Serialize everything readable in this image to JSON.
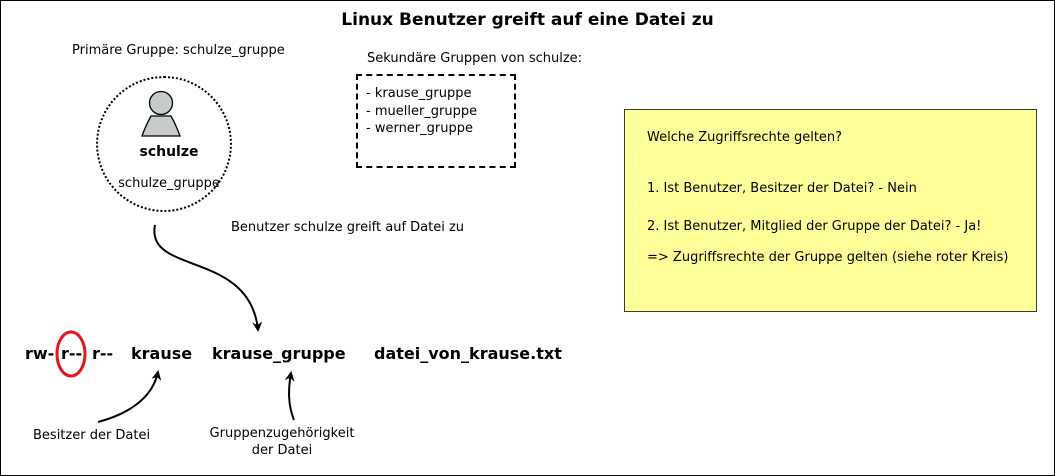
{
  "title": "Linux Benutzer greift auf eine Datei zu",
  "user": {
    "primary_group_label": "Primäre Gruppe: schulze_gruppe",
    "name": "schulze",
    "group": "schulze_gruppe",
    "icon": "user-icon"
  },
  "secondary_groups": {
    "label": "Sekundäre Gruppen von schulze:",
    "items": [
      "- krause_gruppe",
      "- mueller_gruppe",
      "- werner_gruppe"
    ]
  },
  "access_label": "Benutzer schulze greift auf Datei zu",
  "note": {
    "question": "Welche Zugriffsrechte gelten?",
    "step1": "1. Ist Benutzer, Besitzer der Datei? - Nein",
    "step2": "2. Ist Benutzer, Mitglied der Gruppe der Datei? - Ja!",
    "conclusion": "=> Zugriffsrechte der Gruppe gelten (siehe roter Kreis)",
    "background": "#ffff99"
  },
  "file_line": {
    "perm_owner": "rw-",
    "perm_group": "r--",
    "perm_other": "r--",
    "owner": "krause",
    "group": "krause_gruppe",
    "filename": "datei_von_krause.txt",
    "highlight_color": "#e6141c"
  },
  "owner_label": "Besitzer der Datei",
  "group_label_line1": "Gruppenzugehörigkeit",
  "group_label_line2": "der Datei"
}
